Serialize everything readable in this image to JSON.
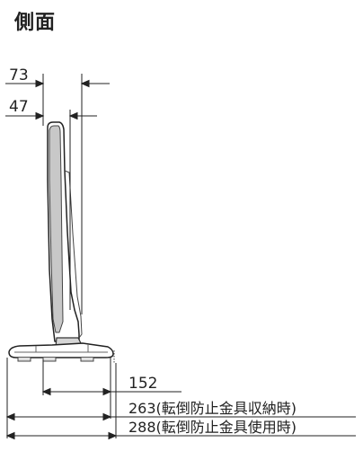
{
  "title": "側面",
  "dimensions": {
    "depth_top": "73",
    "depth_panel": "47",
    "stand_depth": "152",
    "depth_stored": "263(転倒防止金具収納時)",
    "depth_in_use": "288(転倒防止金具使用時)"
  }
}
